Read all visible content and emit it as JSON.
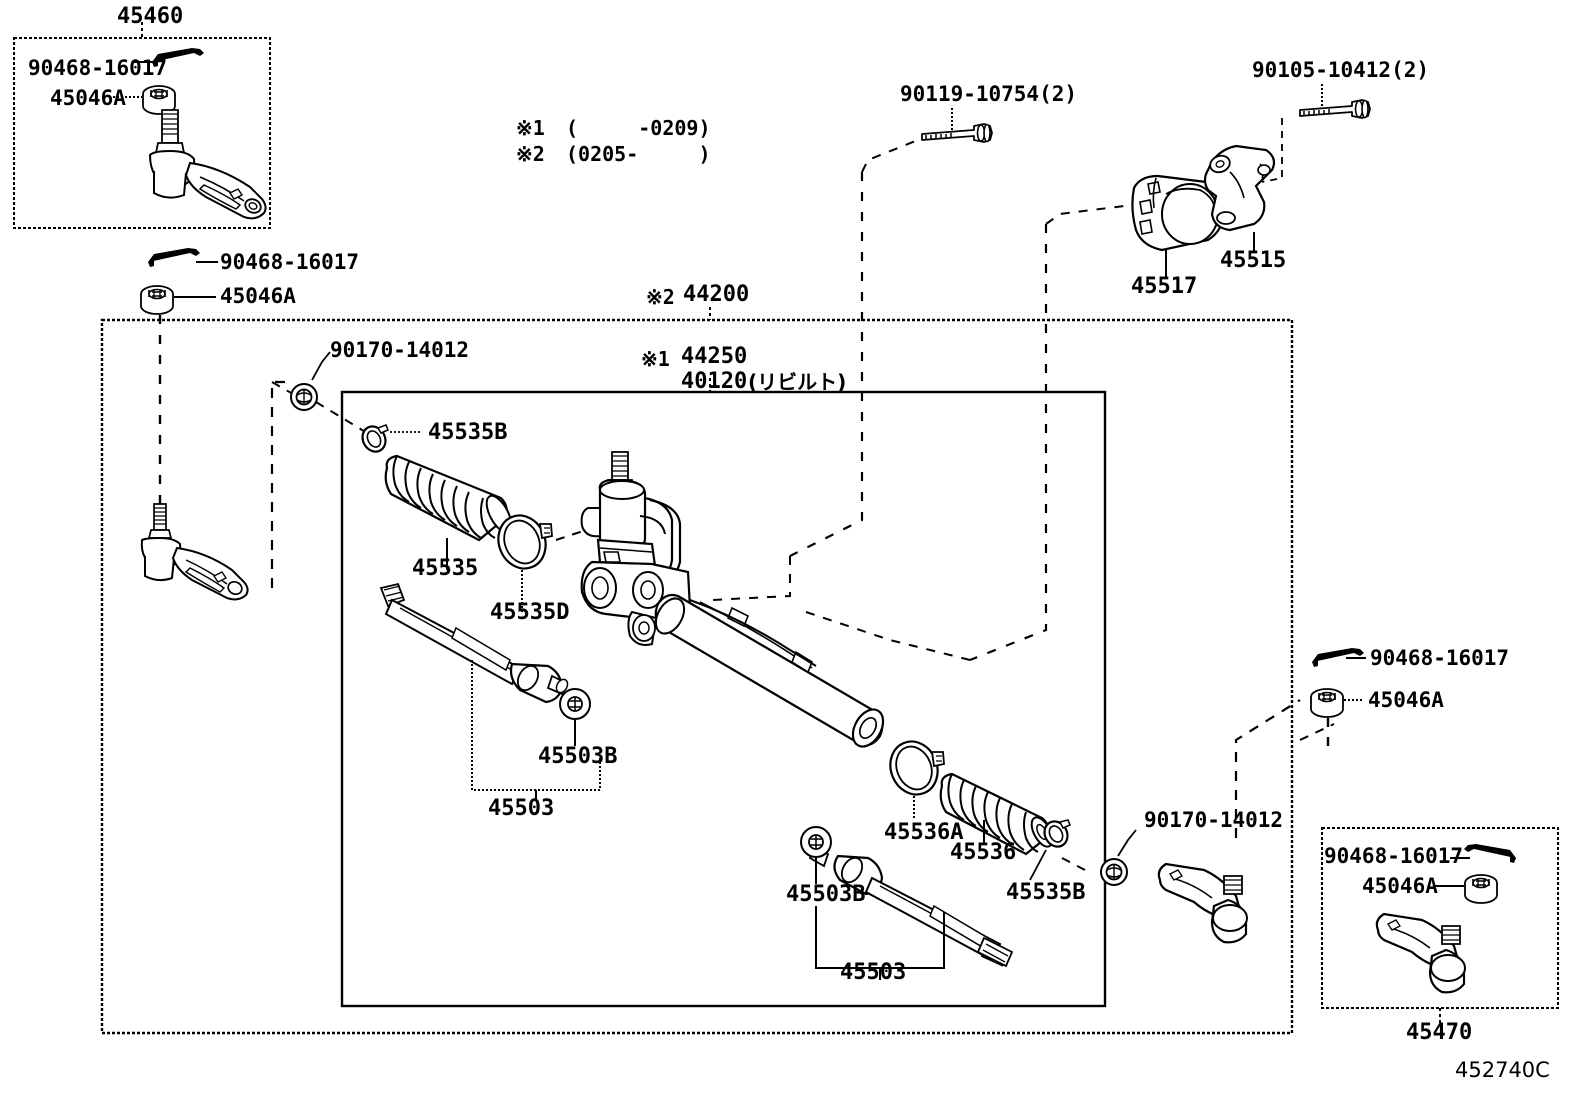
{
  "diagram": {
    "title": "Toyota steering gear / link parts diagram",
    "drawing_code": "452740C",
    "notes": [
      {
        "id": "note-1",
        "marker": "※1",
        "text": "(     -0209)"
      },
      {
        "id": "note-2",
        "marker": "※2",
        "text": "(0205-     )"
      }
    ]
  },
  "boxes": {
    "top_left": {
      "label": "45460"
    },
    "bottom_right": {
      "label": "45470"
    }
  },
  "labels": {
    "l45460": "45460",
    "l45470": "45470",
    "l90468_tl_box": "90468-16017",
    "l45046A_tl_box": "45046A",
    "l90468_tl_out": "90468-16017",
    "l45046A_tl_out": "45046A",
    "l90119": "90119-10754(2)",
    "l90105": "90105-10412(2)",
    "l45517": "45517",
    "l45515": "45515",
    "l44200_marker": "※2",
    "l44200": "44200",
    "l44250_marker": "※1",
    "l44250": "44250",
    "l40120": "40120",
    "l40120_jp": "(リビルト)",
    "l90170_left": "90170-14012",
    "l90170_right": "90170-14012",
    "l45535B_left": "45535B",
    "l45535": "45535",
    "l45535D": "45535D",
    "l45503B_left": "45503B",
    "l45503_left": "45503",
    "l45536A": "45536A",
    "l45536": "45536",
    "l45535B_right": "45535B",
    "l45503B_bottom": "45503B",
    "l45503_bottom": "45503",
    "l90468_right": "90468-16017",
    "l45046A_right": "45046A",
    "l90468_br_box": "90468-16017",
    "l45046A_br_box": "45046A"
  },
  "parts_list": [
    {
      "number": "45460",
      "name": "tie rod end assembly (left, boxed)"
    },
    {
      "number": "45470",
      "name": "tie rod end assembly (right, boxed)"
    },
    {
      "number": "90468-16017",
      "name": "cotter pin"
    },
    {
      "number": "45046A",
      "name": "castle nut"
    },
    {
      "number": "90119-10754(2)",
      "name": "bolt, qty 2"
    },
    {
      "number": "90105-10412(2)",
      "name": "bolt, qty 2"
    },
    {
      "number": "45517",
      "name": "steering rack housing bracket"
    },
    {
      "number": "45515",
      "name": "steering rack housing bracket"
    },
    {
      "number": "44200",
      "name": "power steering gear assembly"
    },
    {
      "number": "44250",
      "name": "power steering gear assembly"
    },
    {
      "number": "40120",
      "name": "rebuilt gear assembly"
    },
    {
      "number": "90170-14012",
      "name": "nut"
    },
    {
      "number": "45535B",
      "name": "boot clamp"
    },
    {
      "number": "45535",
      "name": "steering rack boot"
    },
    {
      "number": "45535D",
      "name": "boot clip"
    },
    {
      "number": "45503",
      "name": "rack end sub-assembly"
    },
    {
      "number": "45503B",
      "name": "rack end clip / washer"
    },
    {
      "number": "45536A",
      "name": "boot clamp"
    },
    {
      "number": "45536",
      "name": "steering rack boot"
    }
  ]
}
